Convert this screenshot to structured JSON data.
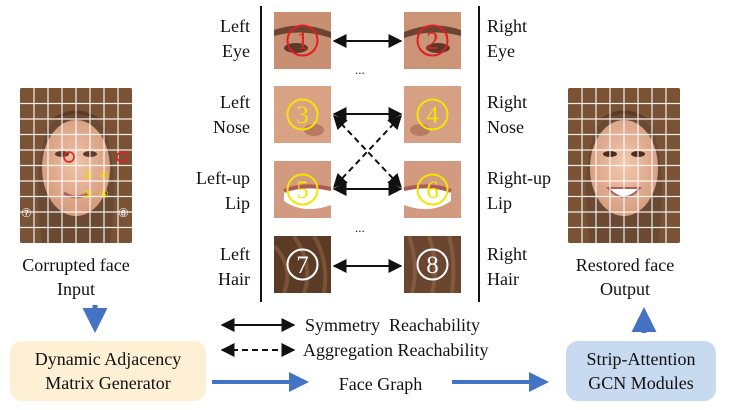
{
  "inputFace": {
    "captionLine1": "Corrupted face",
    "captionLine2": "Input",
    "markers": [
      "⑦",
      "⑧",
      "③",
      "④",
      "⑤",
      "⑥"
    ]
  },
  "outputFace": {
    "captionLine1": "Restored face",
    "captionLine2": "Output"
  },
  "patchRows": [
    {
      "leftLine1": "Left",
      "leftLine2": "Eye",
      "rightLine1": "Right",
      "rightLine2": "Eye",
      "leftNum": "1",
      "rightNum": "2",
      "numColor": "#e02020"
    },
    {
      "leftLine1": "Left",
      "leftLine2": "Nose",
      "rightLine1": "Right",
      "rightLine2": "Nose",
      "leftNum": "3",
      "rightNum": "4",
      "numColor": "#f2e600"
    },
    {
      "leftLine1": "Left-up",
      "leftLine2": "Lip",
      "rightLine1": "Right-up",
      "rightLine2": "Lip",
      "leftNum": "5",
      "rightNum": "6",
      "numColor": "#f2e600"
    },
    {
      "leftLine1": "Left",
      "leftLine2": "Hair",
      "rightLine1": "Right",
      "rightLine2": "Hair",
      "leftNum": "7",
      "rightNum": "8",
      "numColor": "#ffffff"
    }
  ],
  "ellipsis": [
    "...",
    "..."
  ],
  "legend": {
    "solid": "Symmetry  Reachability",
    "dashed": "Aggregation Reachability"
  },
  "generator": {
    "line1": "Dynamic Adjacency",
    "line2": "Matrix Generator"
  },
  "faceGraph": "Face Graph",
  "gcn": {
    "line1": "Strip-Attention",
    "line2": "GCN Modules"
  },
  "colors": {
    "generatorFill": "#fdf0d5",
    "gcnFill": "#c7daf0",
    "arrowBlue": "#4472c4"
  }
}
